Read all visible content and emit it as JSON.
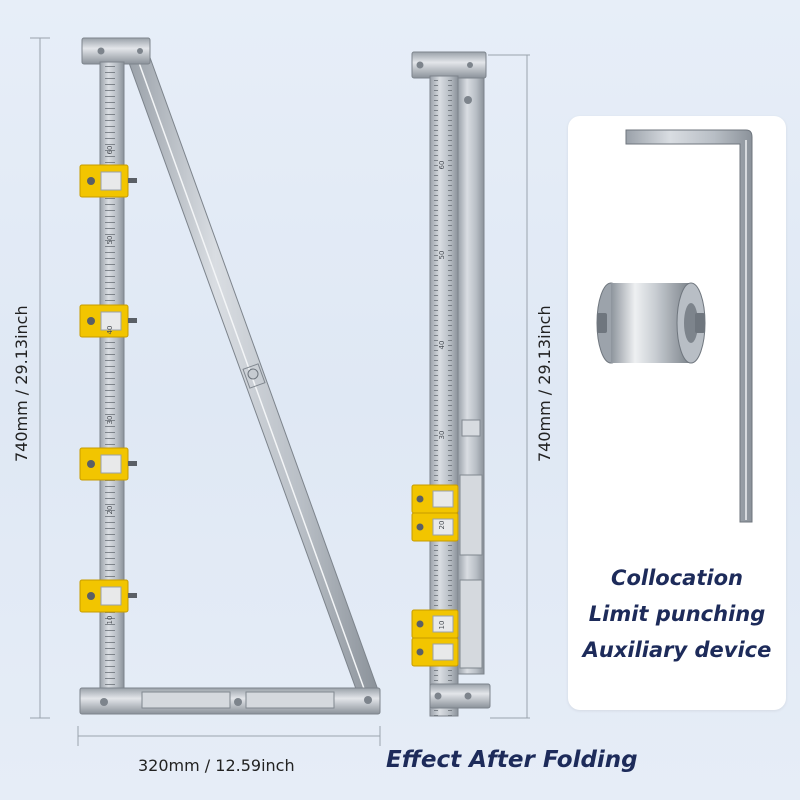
{
  "dimensions": {
    "height_left": "740mm / 29.13inch",
    "height_right": "740mm / 29.13inch",
    "width": "320mm / 12.59inch"
  },
  "captions": {
    "folded": "Effect After Folding"
  },
  "accessories": {
    "lines": [
      "Collocation",
      "Limit punching",
      "Auxiliary device"
    ]
  },
  "ruler_marks": [
    "60",
    "50",
    "40",
    "30",
    "20",
    "10"
  ],
  "colors": {
    "accent_text": "#1d2b5a",
    "block_yellow": "#f2c500",
    "ruler_steel": "#b9bfc6"
  },
  "icons": [
    "hex-key-icon",
    "collar-stop-icon"
  ]
}
